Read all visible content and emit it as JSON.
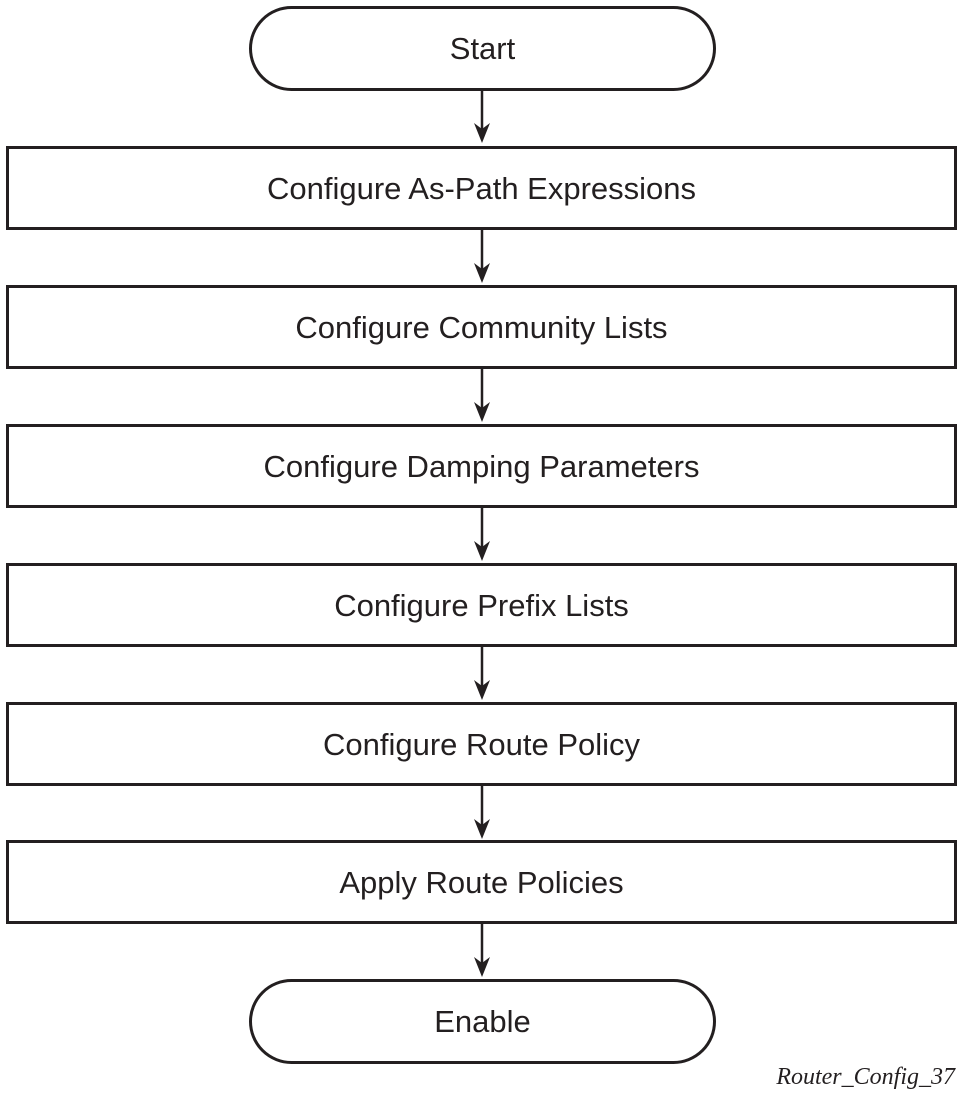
{
  "diagram": {
    "type": "flowchart",
    "direction": "top-to-bottom",
    "nodes": [
      {
        "id": "start",
        "shape": "terminal",
        "label": "Start"
      },
      {
        "id": "as-path",
        "shape": "process",
        "label": "Configure As-Path Expressions"
      },
      {
        "id": "community",
        "shape": "process",
        "label": "Configure Community Lists"
      },
      {
        "id": "damping",
        "shape": "process",
        "label": "Configure Damping Parameters"
      },
      {
        "id": "prefix",
        "shape": "process",
        "label": "Configure Prefix Lists"
      },
      {
        "id": "route-policy",
        "shape": "process",
        "label": "Configure Route Policy"
      },
      {
        "id": "apply",
        "shape": "process",
        "label": "Apply Route Policies"
      },
      {
        "id": "enable",
        "shape": "terminal",
        "label": "Enable"
      }
    ],
    "edges": [
      {
        "from": "start",
        "to": "as-path"
      },
      {
        "from": "as-path",
        "to": "community"
      },
      {
        "from": "community",
        "to": "damping"
      },
      {
        "from": "damping",
        "to": "prefix"
      },
      {
        "from": "prefix",
        "to": "route-policy"
      },
      {
        "from": "route-policy",
        "to": "apply"
      },
      {
        "from": "apply",
        "to": "enable"
      }
    ],
    "figure_id": "Router_Config_37",
    "colors": {
      "stroke": "#231f20",
      "fill": "#ffffff",
      "text": "#231f20"
    }
  }
}
